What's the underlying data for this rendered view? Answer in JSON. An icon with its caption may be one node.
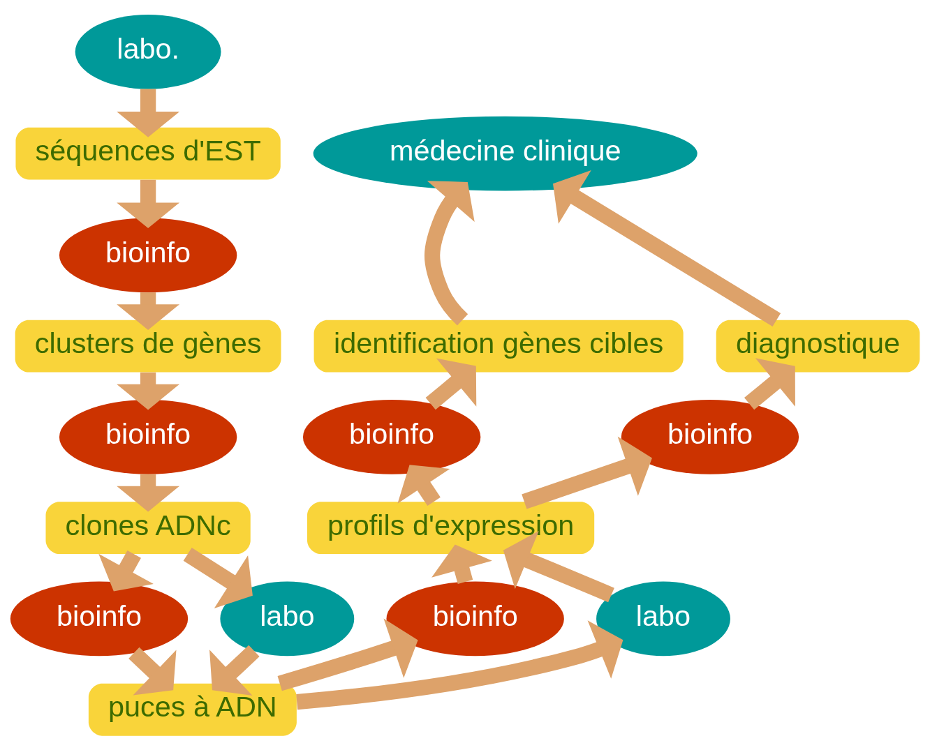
{
  "diagram": {
    "nodes": [
      {
        "text": [
          "labo."
        ]
      },
      {
        "text": [
          "séquences d'EST"
        ]
      },
      {
        "text": [
          "bioinfo"
        ]
      },
      {
        "text": [
          "clusters de gènes"
        ]
      },
      {
        "text": [
          "bioinfo"
        ]
      },
      {
        "text": [
          "clones ADNc"
        ]
      },
      {
        "text": [
          "bioinfo"
        ]
      },
      {
        "text": [
          "labo"
        ]
      },
      {
        "text": [
          "puces à ADN"
        ]
      },
      {
        "text": [
          "médecine clinique"
        ]
      },
      {
        "text": [
          "identification gènes cibles"
        ]
      },
      {
        "text": [
          "diagnostique"
        ]
      },
      {
        "text": [
          "bioinfo"
        ]
      },
      {
        "text": [
          "bioinfo"
        ]
      },
      {
        "text": [
          "profils d'expression"
        ]
      },
      {
        "text": [
          "bioinfo"
        ]
      },
      {
        "text": [
          "labo"
        ]
      }
    ],
    "edges": [
      {
        "from": 0,
        "to": 1,
        "arrow": "to"
      },
      {
        "from": 1,
        "to": 2,
        "arrow": "to"
      },
      {
        "from": 2,
        "to": 3,
        "arrow": "to"
      },
      {
        "from": 3,
        "to": 4,
        "arrow": "to"
      },
      {
        "from": 4,
        "to": 5,
        "arrow": "to"
      },
      {
        "from": 5,
        "to": 6,
        "arrow": "to"
      },
      {
        "from": 6,
        "to": 8,
        "arrow": "to"
      },
      {
        "from": 5,
        "to": 7,
        "arrow": "to"
      },
      {
        "from": 7,
        "to": 8,
        "arrow": "to"
      },
      {
        "from": 8,
        "to": 15,
        "arrow": "to"
      },
      {
        "from": 15,
        "to": 14,
        "arrow": "to"
      },
      {
        "from": 8,
        "to": 16,
        "arrow": "to"
      },
      {
        "from": 16,
        "to": 14,
        "arrow": "to"
      },
      {
        "from": 14,
        "to": 12,
        "arrow": "to"
      },
      {
        "from": 12,
        "to": 10,
        "arrow": "to"
      },
      {
        "from": 14,
        "to": 13,
        "arrow": "to"
      },
      {
        "from": 13,
        "to": 11,
        "arrow": "to"
      },
      {
        "from": 10,
        "to": 9,
        "arrow": "to"
      },
      {
        "from": 11,
        "to": 9,
        "arrow": "to"
      }
    ]
  }
}
